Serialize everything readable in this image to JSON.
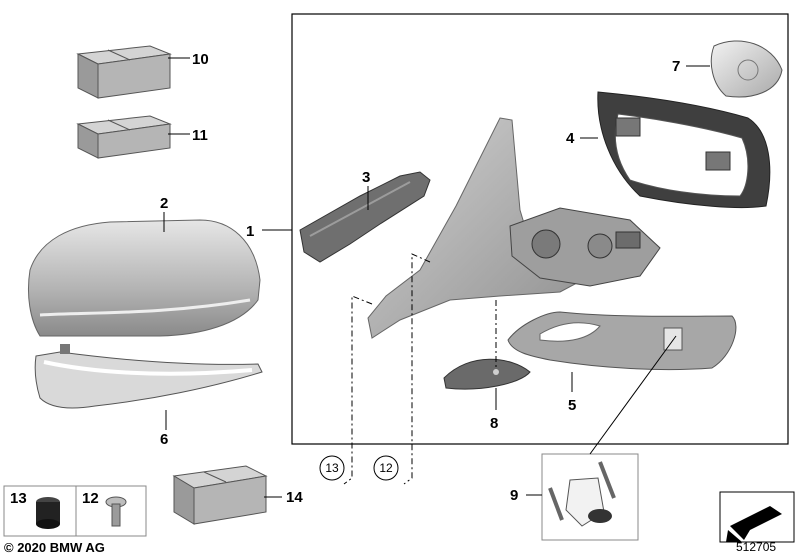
{
  "callouts": {
    "c1": "1",
    "c2": "2",
    "c3": "3",
    "c4": "4",
    "c5": "5",
    "c6": "6",
    "c7": "7",
    "c8": "8",
    "c9": "9",
    "c10": "10",
    "c11": "11",
    "c12": "12",
    "c13": "13",
    "c14": "14",
    "circle12": "12",
    "circle13": "13"
  },
  "legend": {
    "item13": "13",
    "item12": "12"
  },
  "footer": {
    "copyright": "© 2020 BMW AG",
    "diagram_number": "512705"
  },
  "colors": {
    "part_grey": "#b9b9b9",
    "part_dark": "#6e6e6e",
    "frame": "#000000",
    "box": "#a7a7a7"
  }
}
